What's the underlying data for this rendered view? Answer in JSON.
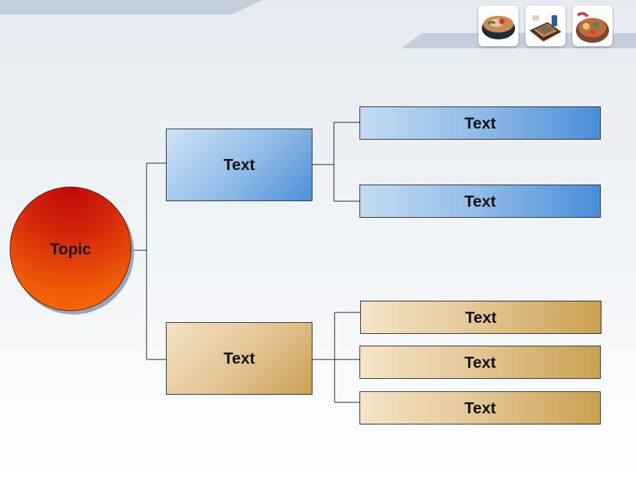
{
  "diagram": {
    "topic": "Topic",
    "branches": [
      {
        "label": "Text",
        "children": [
          "Text",
          "Text"
        ]
      },
      {
        "label": "Text",
        "children": [
          "Text",
          "Text",
          "Text"
        ]
      }
    ]
  },
  "decor": {
    "thumbnails": [
      "ramen-bowl-icon",
      "soba-tray-icon",
      "hotpot-icon"
    ]
  },
  "colors": {
    "topic_top": "#c30808",
    "topic_bottom": "#ff6b00",
    "blue_light": "#cfe2f6",
    "blue_dark": "#4b8fd8",
    "tan_light": "#f3e2c4",
    "tan_dark": "#c9a050"
  }
}
